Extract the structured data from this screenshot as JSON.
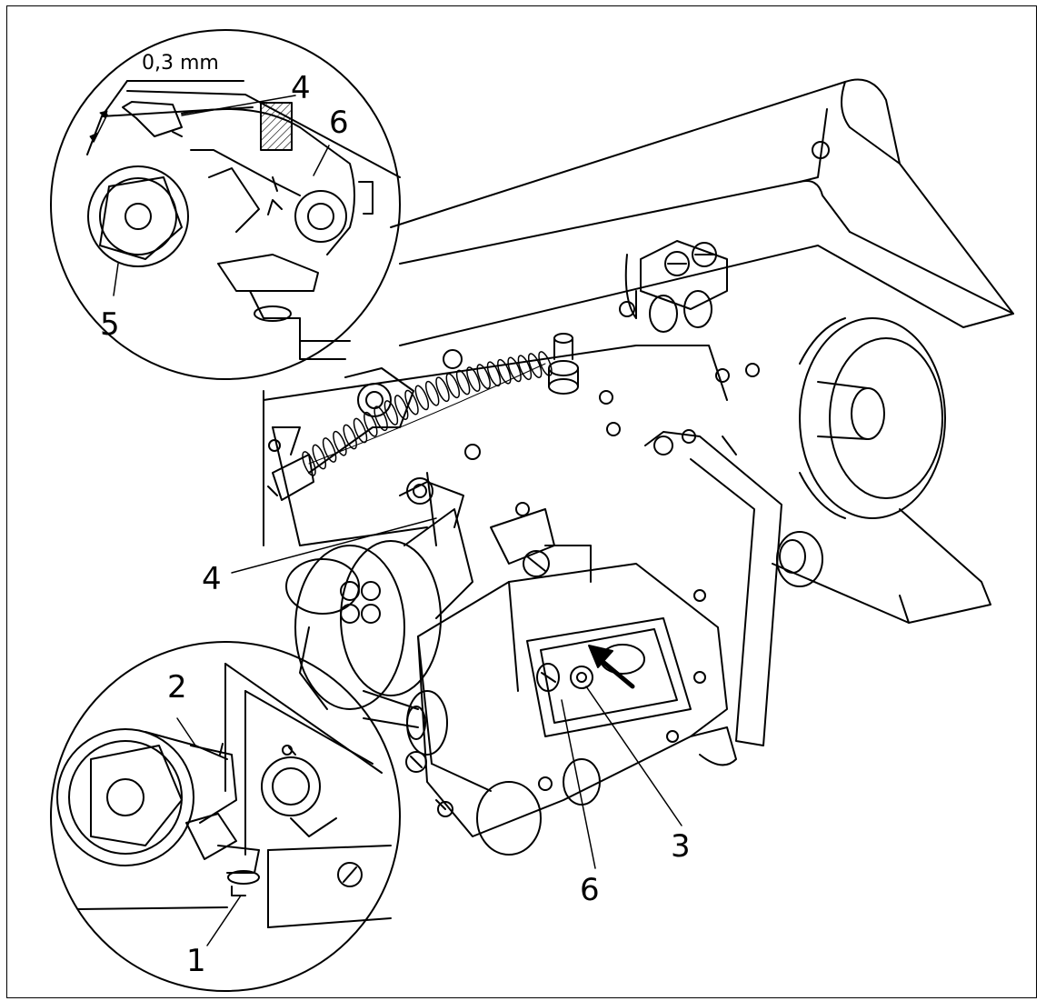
{
  "measurement": "0,3 mm",
  "callouts": {
    "top_4": "4",
    "top_6": "6",
    "top_5": "5",
    "main_4": "4",
    "main_6": "6",
    "main_3": "3",
    "bottom_2": "2",
    "bottom_1": "1"
  },
  "colors": {
    "line": "#000000",
    "background": "#ffffff"
  }
}
